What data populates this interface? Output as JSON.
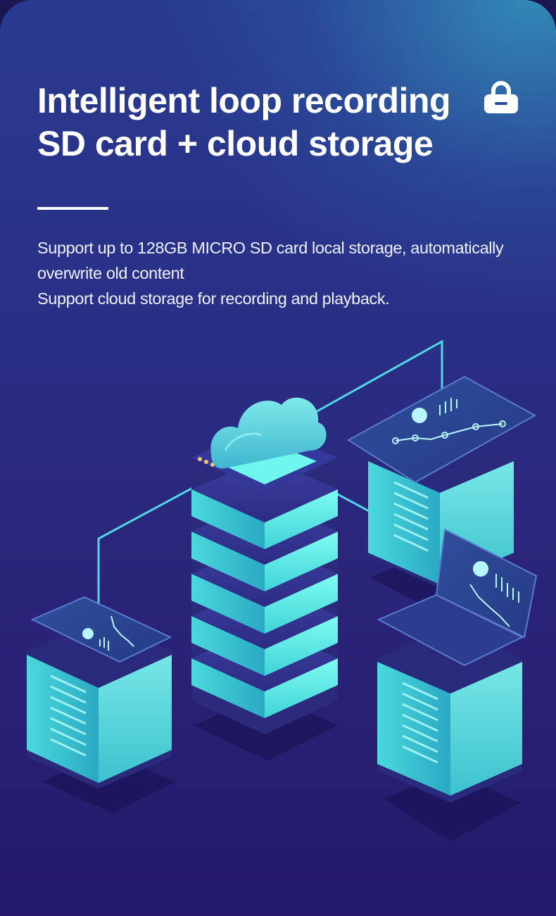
{
  "headline": {
    "line1": "Intelligent loop recording",
    "line2": "SD card + cloud storage"
  },
  "description": {
    "line1": "Support up to 128GB MICRO SD card local storage, automatically overwrite old content",
    "line2": "Support cloud storage for recording and playback."
  },
  "icons": {
    "badge": "lock-icon",
    "illustration": "cloud-server-network-illustration"
  },
  "colors": {
    "accent_glow": "#5ff0e8",
    "line": "#4fd8e6",
    "text": "#ffffff"
  }
}
